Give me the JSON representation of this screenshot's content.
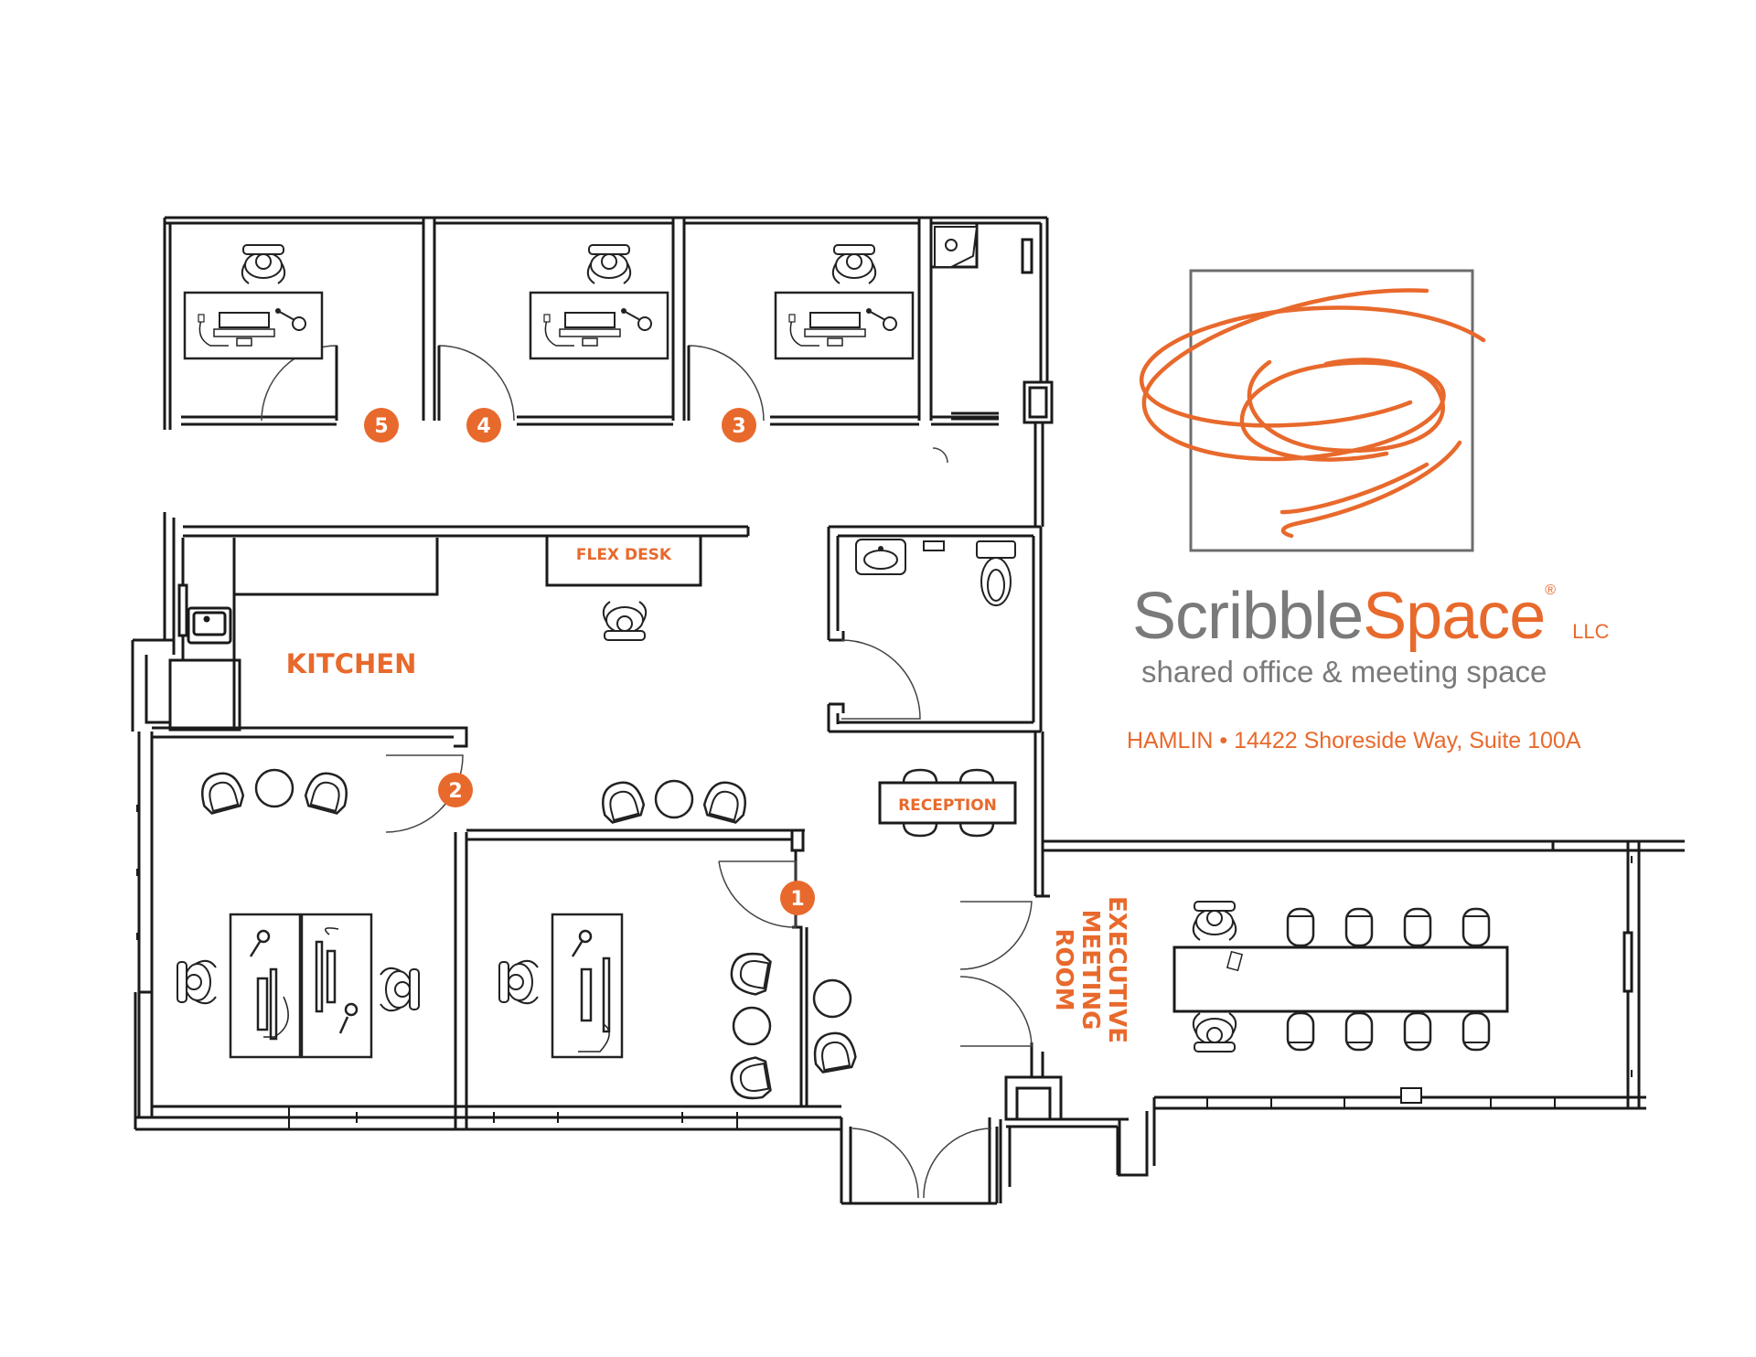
{
  "labels": {
    "flex_desk": "FLEX DESK",
    "kitchen": "KITCHEN",
    "reception": "RECEPTION",
    "executive_meeting_room": [
      "EXECUTIVE",
      "MEETING",
      "ROOM"
    ]
  },
  "office_numbers": [
    "5",
    "4",
    "3",
    "2",
    "1"
  ],
  "brand": {
    "name_part1": "Scribble",
    "name_part2": "Space",
    "registered_mark": "®",
    "suffix": "LLC",
    "tagline": "shared office & meeting space",
    "address": "HAMLIN • 14422 Shoreside Way, Suite 100A"
  },
  "colors": {
    "accent": "#e8692c",
    "wall": "#1a1a1a",
    "brand_gray": "#7a7a7a",
    "logo_frame": "#6d6d6d"
  },
  "icons": [
    "desk-chair-icon",
    "computer-monitor-icon",
    "desk-lamp-icon",
    "round-table-icon",
    "armchair-icon",
    "door-swing-icon",
    "toilet-icon",
    "sink-icon",
    "conference-table-icon",
    "scribble-logo-icon"
  ]
}
